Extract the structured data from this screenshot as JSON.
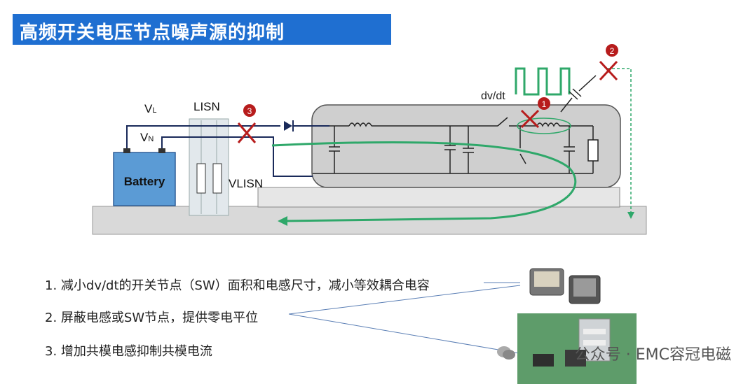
{
  "title": "高频开关电压节点噪声源的抑制",
  "labels": {
    "vl": "V",
    "vl_sub": "L",
    "vn": "V",
    "vn_sub": "N",
    "lisn": "LISN",
    "vlisn": "VLISN",
    "battery": "Battery",
    "dvdt": "dv/dt",
    "m1": "1",
    "m2": "2",
    "m3": "3"
  },
  "list": [
    "1. 减小dv/dt的开关节点（SW）面积和电感尺寸，减小等效耦合电容",
    "2. 屏蔽电感或SW节点，提供零电平位",
    "3. 增加共模电感抑制共模电流"
  ],
  "footer": "公众号 · EMC容冠电磁",
  "colors": {
    "title_bg": "#1f6fd1",
    "battery": "#5b9bd5",
    "loop": "#2fa86a",
    "marker": "#b71c1c",
    "board": "#d9d9d9",
    "enclosure": "#c8c8c8"
  }
}
